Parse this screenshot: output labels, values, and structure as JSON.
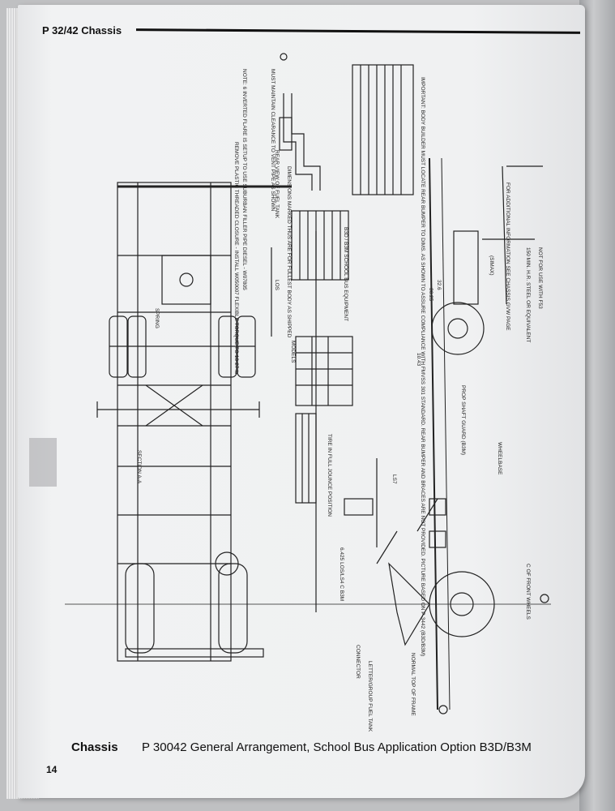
{
  "header": {
    "title": "P 32/42 Chassis"
  },
  "footer": {
    "section": "Chassis",
    "caption": "P 30042 General Arrangement, School Bus Application Option B3D/B3M",
    "page_number": "14"
  },
  "drawing": {
    "callouts": {
      "closure": "REMOVE PLASTIC THREADED CLOSURE - INSTALL W050007 FLEXIBLE TORQUE TO 18-27 lb",
      "note_fuel": "NOTE: 6 INVERTED FLARE IS SETUP TO USE SUBURBAN FILLER PIPE DIESEL - W07805",
      "rear_view": "REAR VIEW OF FUEL TANK",
      "must_maintain": "MUST MAINTAIN CLEARANCE TO VENT PIPE AS SHOWN",
      "dim_harness": "DIMENSIONS MARKED THUS ARE FOR FULLEST BODY AS SHIPPED",
      "important": "IMPORTANT: BODY BUILDER MUST LOCATE REAR BUMPER TO DIMS. AS SHOWN TO ASSURE COMPLIANCE WITH FMVSS 301 STANDARD. REAR BUMPER AND BRACES ARE NOT PROVIDED. PICTURE BASED ON P-3442 (B3D/B3M)",
      "see_chassis": "FOR ADDITIONAL INFORMATION SEE CHASSIS GVW PAGE",
      "h_r_steel": "150 MIN. H.R. STEEL OR EQUIVALENT",
      "not_for_use": "NOT FOR USE WITH F53",
      "wheelbase": "WHEELBASE",
      "front_wheels": "C OF FRONT WHEELS",
      "prop_shaft": "PROP SHAFT GUARD (B3M)",
      "fuel_tank": "LETTER/GROUP FUEL TANK",
      "connector": "CONNECTOR",
      "normal_top": "NORMAL TOP OF FRAME",
      "section_aa": "SECTION A-A",
      "tire_position": "TIRE IN FULL JOUNCE POSITION",
      "spring": "SPRING",
      "dim_1": "LOS",
      "dim_2": "LS7",
      "dim_3": "10.43",
      "dim_4": "36.25",
      "dim_5": "32.6",
      "dim_6": "6.425 LOS/LS4 C B3M",
      "dim_7": "(SIMAX)"
    },
    "equipment_table_title": "B3D / B3M SCHOOL BUS EQUIPMENT",
    "models_title": "MODELS"
  }
}
